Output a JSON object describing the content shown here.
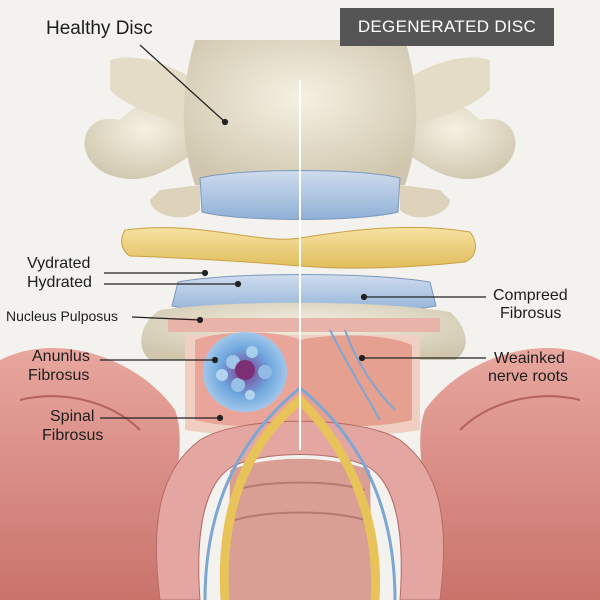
{
  "title_left": "Healthy Disc",
  "badge_right": "DEGENERATED DISC",
  "labels": {
    "vydrated": "Vydrated",
    "hydrated": "Hydrated",
    "nucleus_pulposus": "Nucleus Pulposus",
    "anunlus_line1": "Anunlus",
    "anunlus_line2": "Fibrosus",
    "spinal_line1": "Spinal",
    "spinal_line2": "Fibrosus",
    "compreed_line1": "Compreed",
    "compreed_line2": "Fibrosus",
    "weainked_line1": "Weainked",
    "weainked_line2": "nerve roots"
  },
  "colors": {
    "bone": "#e9e2cf",
    "healthy_disc": "#a9c3df",
    "yellow_disc": "#ecd387",
    "muscle": "#d98b84",
    "nerve_yellow": "#e8c35a",
    "nerve_blue": "#7ea6d4",
    "badge_bg": "#555555"
  }
}
